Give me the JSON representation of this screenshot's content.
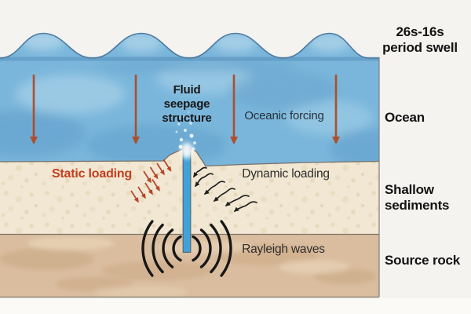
{
  "figure": {
    "side_labels": {
      "swell": {
        "line1": "26s-16s",
        "line2": "period swell"
      },
      "ocean": "Ocean",
      "shallow_sediments": {
        "line1": "Shallow",
        "line2": "sediments"
      },
      "source_rock": "Source rock"
    },
    "annotations": {
      "fluid_seepage": {
        "line1": "Fluid",
        "line2": "seepage",
        "line3": "structure"
      },
      "oceanic_forcing": "Oceanic forcing",
      "static_loading": "Static loading",
      "dynamic_loading": "Dynamic loading",
      "rayleigh_waves": "Rayleigh waves"
    },
    "colors": {
      "background": "#f4f3f0",
      "ocean": "#7ab6db",
      "wave_outline": "#4e7ba0",
      "shallow_sediments": "#f1e7d2",
      "source_rock": "#dabd9f",
      "conduit_blue": "#3fa2da",
      "forcing_arrow_red": "#ad4f2d",
      "static_arrow_red": "#b5442a",
      "static_text_red": "#c23e1f",
      "wave_arc_black": "#171717",
      "dynamic_arrow_black": "#1f1f1f"
    }
  }
}
